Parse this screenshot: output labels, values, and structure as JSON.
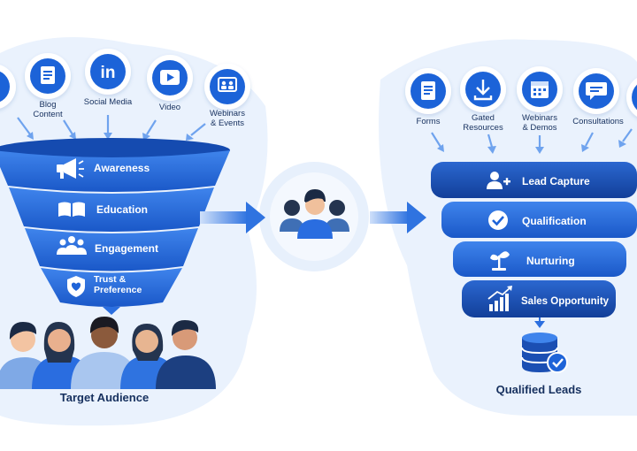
{
  "left_sources": [
    {
      "label": "",
      "icon": "partial-source-icon"
    },
    {
      "label": "Blog\nContent",
      "icon": "document-icon"
    },
    {
      "label": "Social Media",
      "icon": "linkedin-icon"
    },
    {
      "label": "Video",
      "icon": "video-play-icon"
    },
    {
      "label": "Webinars\n& Events",
      "icon": "webinar-icon"
    }
  ],
  "awareness_funnel": {
    "stages": [
      {
        "label": "Awareness",
        "icon": "megaphone-icon"
      },
      {
        "label": "Education",
        "icon": "book-icon"
      },
      {
        "label": "Engagement",
        "icon": "group-icon"
      },
      {
        "label": "Trust &\nPreference",
        "icon": "shield-heart-icon"
      }
    ]
  },
  "audience": {
    "label": "Target Audience"
  },
  "center": {
    "icon": "team-icon"
  },
  "right_sources": [
    {
      "label": "Forms",
      "icon": "form-icon"
    },
    {
      "label": "Gated\nResources",
      "icon": "download-icon"
    },
    {
      "label": "Webinars\n& Demos",
      "icon": "calendar-icon"
    },
    {
      "label": "Consultations",
      "icon": "chat-icon"
    },
    {
      "label": "",
      "icon": "partial-source-icon"
    }
  ],
  "lead_funnel": {
    "stages": [
      {
        "label": "Lead Capture",
        "icon": "add-user-icon"
      },
      {
        "label": "Qualification",
        "icon": "check-badge-icon"
      },
      {
        "label": "Nurturing",
        "icon": "sprout-icon"
      },
      {
        "label": "Sales Opportunity",
        "icon": "growth-chart-icon"
      }
    ]
  },
  "result": {
    "label": "Qualified Leads",
    "icon": "database-check-icon"
  },
  "colors": {
    "primary": "#1f64d8",
    "dark": "#154bb0",
    "light_bg": "#e8f1fc",
    "text": "#16305e"
  }
}
